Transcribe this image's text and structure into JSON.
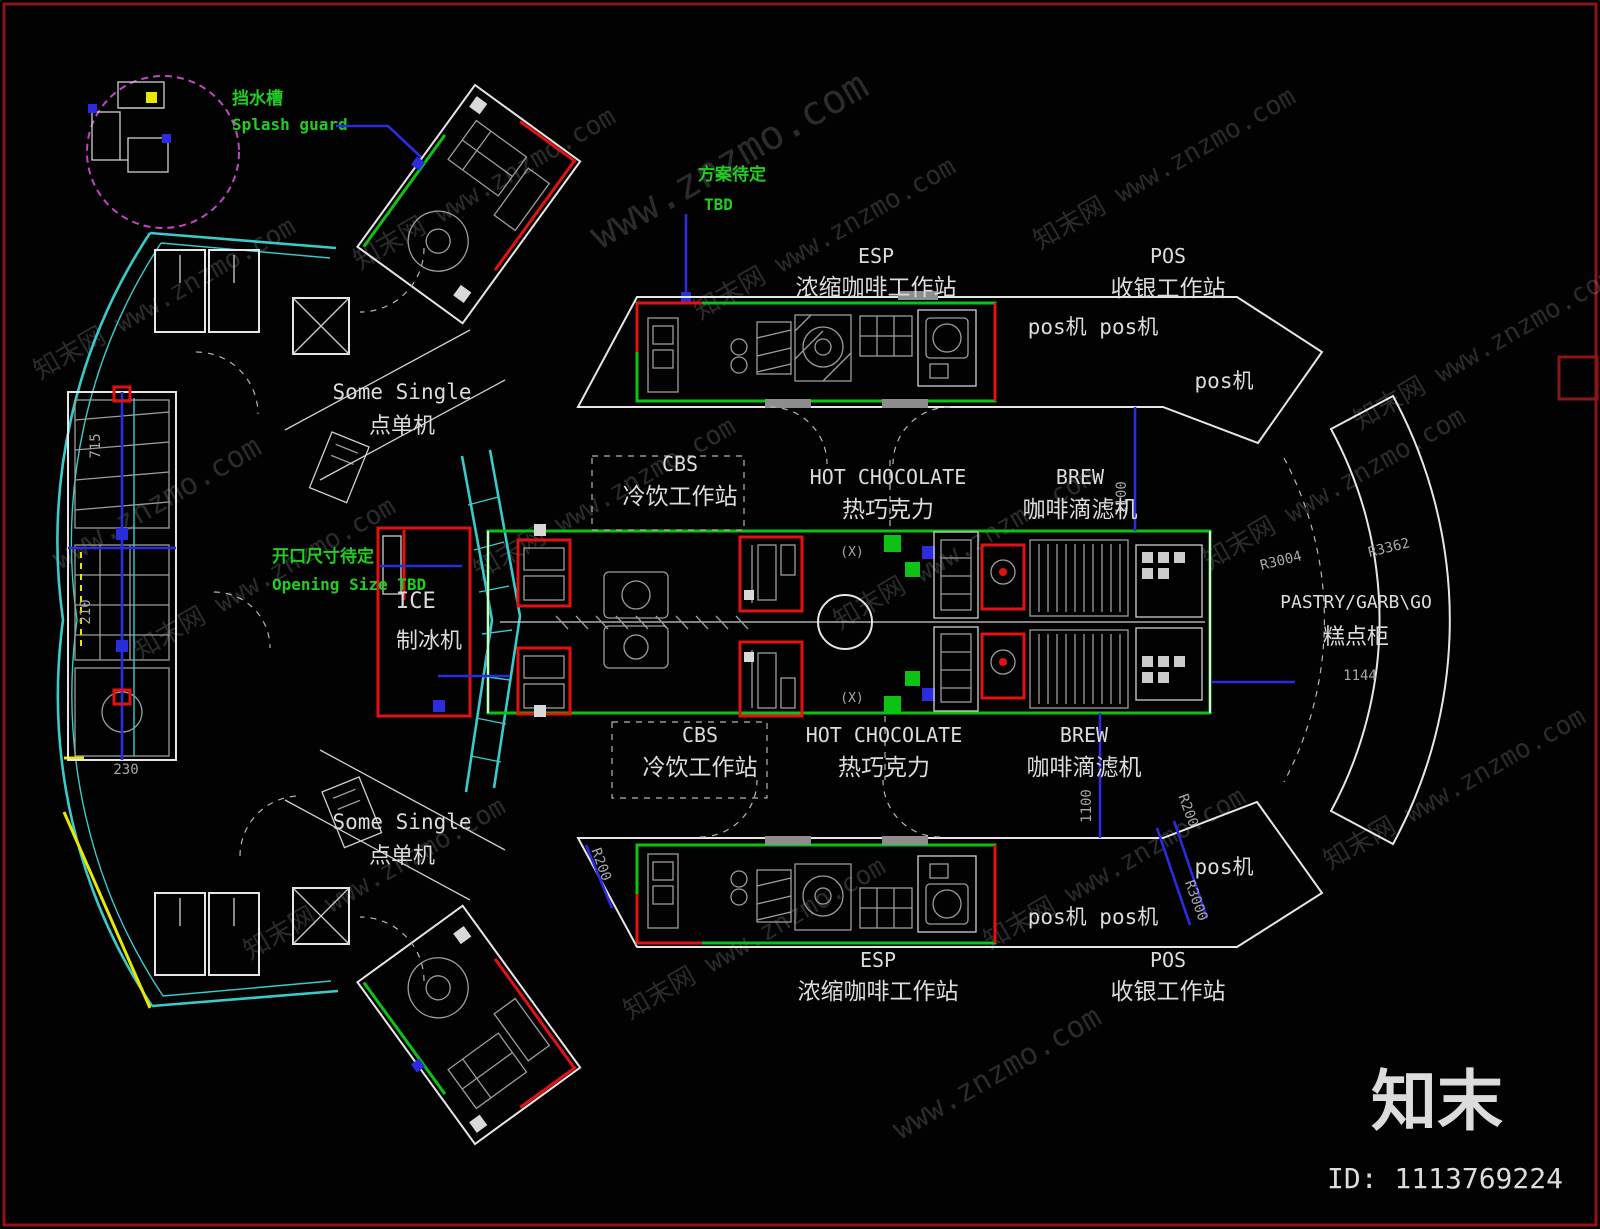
{
  "meta": {
    "brand": "知末",
    "image_id": "ID: 1113769224",
    "watermark": "知末网 www.znzmo.com",
    "watermark_short": "www.znzmo.com"
  },
  "stations": {
    "esp": {
      "en": "ESP",
      "cn": "浓缩咖啡工作站"
    },
    "pos": {
      "en": "POS",
      "cn": "收银工作站"
    },
    "pos_machines": "pos机 pos机",
    "pos_machine": "pos机",
    "cbs": {
      "en": "CBS",
      "cn": "冷饮工作站"
    },
    "hot_chocolate": {
      "en": "HOT CHOCOLATE",
      "cn": "热巧克力"
    },
    "brew": {
      "en": "BREW",
      "cn": "咖啡滴滤机"
    },
    "pastry": {
      "en": "PASTRY/GARB\\GO",
      "cn": "糕点柜"
    },
    "ice": {
      "en": "ICE",
      "cn": "制冰机"
    },
    "some_single": {
      "en": "Some Single",
      "cn": "点单机"
    }
  },
  "notes": {
    "splash_guard_cn": "挡水槽",
    "splash_guard_en": "Splash guard",
    "plan_tbd_cn": "方案待定",
    "plan_tbd_en": "TBD",
    "opening_cn": "开口尺寸待定",
    "opening_en": "Opening Size TBD",
    "x_mark": "(X)"
  },
  "dims": {
    "d1100": "1100",
    "d1144": "1144",
    "r200": "R200",
    "r3000": "R3000",
    "r3004": "R3004",
    "r3362": "R3362",
    "d715": "715",
    "d210": "210",
    "d230": "230"
  }
}
